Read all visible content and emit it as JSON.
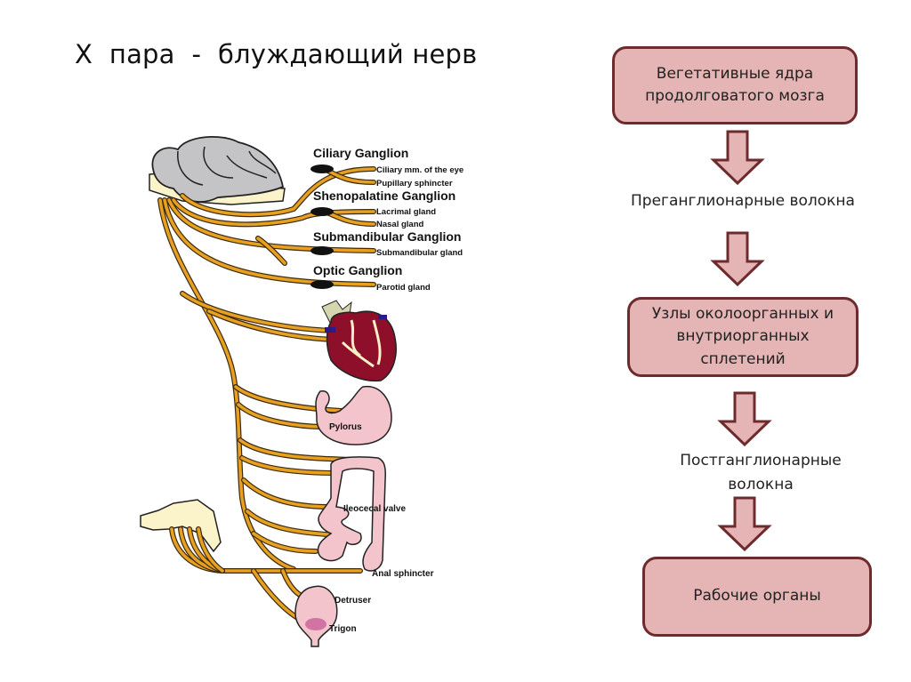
{
  "title": "X  пара  -  блуждающий нерв",
  "anatomy": {
    "ganglia": [
      {
        "name": "Ciliary Ganglion",
        "targets": [
          "Ciliary mm. of the eye",
          "Pupillary sphincter"
        ]
      },
      {
        "name": "Shenopalatine Ganglion",
        "targets": [
          "Lacrimal gland",
          "Nasal gland"
        ]
      },
      {
        "name": "Submandibular Ganglion",
        "targets": [
          "Submandibular gland"
        ]
      },
      {
        "name": "Optic Ganglion",
        "targets": [
          "Parotid gland"
        ]
      }
    ],
    "organ_labels": {
      "pylorus": "Pylorus",
      "ileocecal": "Ileocecal valve",
      "anal": "Anal sphincter",
      "detruser": "Detruser",
      "trigon": "Trigon"
    }
  },
  "flowchart": {
    "box1": "Вегетативные ядра продолговатого мозга",
    "label1": "Преганглионарные волокна",
    "box2": "Узлы околоорганных и внутриорганных сплетений",
    "label2_line1": "Постганглионарные",
    "label2_line2": "волокна",
    "box3": "Рабочие органы"
  },
  "colors": {
    "box_fill": "#e5b4b5",
    "box_border": "#6e2b2e",
    "nerve": "#e8a020",
    "brain": "#c4c4c6",
    "heart": "#8e0f2a",
    "organ_pink": "#f4c4cc"
  }
}
